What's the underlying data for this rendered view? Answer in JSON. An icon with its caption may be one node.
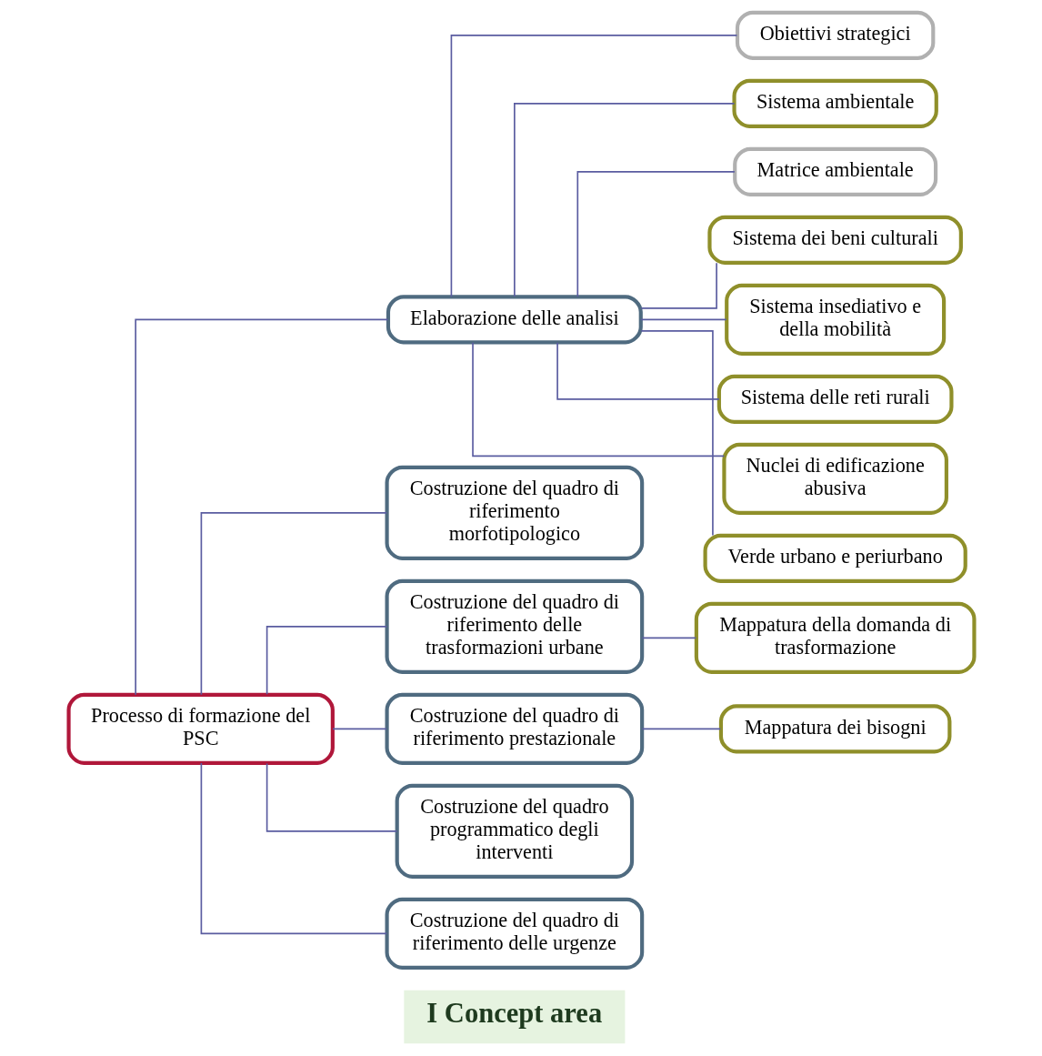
{
  "diagram": {
    "nodes": [
      {
        "text": [
          "Processo di formazione del PSC"
        ]
      },
      {
        "text": [
          "Elaborazione delle analisi"
        ]
      },
      {
        "text": [
          "Costruzione del quadro di riferimento morfotipologico"
        ]
      },
      {
        "text": [
          "Obiettivi strategici"
        ]
      },
      {
        "text": [
          "Sistema ambientale"
        ]
      },
      {
        "text": [
          "Matrice ambientale"
        ]
      },
      {
        "text": [
          "Sistema dei beni culturali"
        ]
      },
      {
        "text": [
          "Costruzione del quadro di riferimento delle trasformazioni urbane"
        ]
      },
      {
        "text": [
          "Sistema insediativo e della mobilità"
        ]
      },
      {
        "text": [
          "Sistema delle reti rurali"
        ]
      },
      {
        "text": [
          "Mappatura della domanda di trasformazione"
        ]
      },
      {
        "text": [
          "Nuclei di edificazione abusiva"
        ]
      },
      {
        "text": [
          "Verde urbano e periurbano"
        ]
      },
      {
        "text": [
          "Costruzione del quadro di riferimento prestazionale"
        ]
      },
      {
        "text": [
          "Costruzione del quadro programmatico degli interventi"
        ]
      },
      {
        "text": [
          "Mappatura dei bisogni"
        ]
      },
      {
        "text": [
          "Costruzione del quadro di riferimento delle urgenze"
        ]
      }
    ],
    "edges": [
      {
        "from": 0,
        "to": 1,
        "arrow": "none"
      },
      {
        "from": 0,
        "to": 2,
        "arrow": "none"
      },
      {
        "from": 0,
        "to": 7,
        "arrow": "none"
      },
      {
        "from": 0,
        "to": 13,
        "arrow": "none"
      },
      {
        "from": 0,
        "to": 14,
        "arrow": "none"
      },
      {
        "from": 0,
        "to": 16,
        "arrow": "none"
      },
      {
        "from": 1,
        "to": 3,
        "arrow": "none"
      },
      {
        "from": 1,
        "to": 5,
        "arrow": "none"
      },
      {
        "from": 1,
        "to": 4,
        "arrow": "none"
      },
      {
        "from": 1,
        "to": 6,
        "arrow": "none"
      },
      {
        "from": 1,
        "to": 8,
        "arrow": "none"
      },
      {
        "from": 1,
        "to": 9,
        "arrow": "none"
      },
      {
        "from": 1,
        "to": 11,
        "arrow": "none"
      },
      {
        "from": 1,
        "to": 12,
        "arrow": "none"
      },
      {
        "from": 7,
        "to": 10,
        "arrow": "none"
      },
      {
        "from": 13,
        "to": 15,
        "arrow": "none"
      }
    ],
    "labels": [
      "I Concept area"
    ]
  }
}
